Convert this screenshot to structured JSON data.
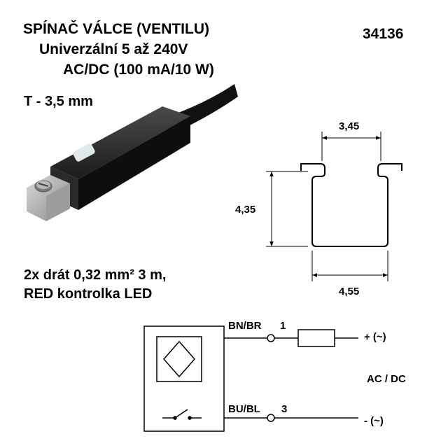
{
  "header": {
    "title_line1": "SPÍNAČ VÁLCE (VENTILU)",
    "title_line2": "Univerzální 5 až 240V",
    "title_line3": "AC/DC (100 mA/10 W)",
    "code": "34136"
  },
  "specs": {
    "slot_type": "T - 3,5 mm",
    "wire_line1": "2x drát 0,32 mm² 3 m,",
    "wire_line2": "RED kontrolka LED"
  },
  "profile": {
    "dim_top": "3,45",
    "dim_left": "4,35",
    "dim_bottom": "4,55"
  },
  "circuit": {
    "wire1_color": "BN/BR",
    "wire1_pin": "1",
    "wire1_polarity": "+ (~)",
    "wire3_color": "BU/BL",
    "wire3_pin": "3",
    "wire3_polarity": "-  (~)",
    "supply": "AC / DC"
  }
}
